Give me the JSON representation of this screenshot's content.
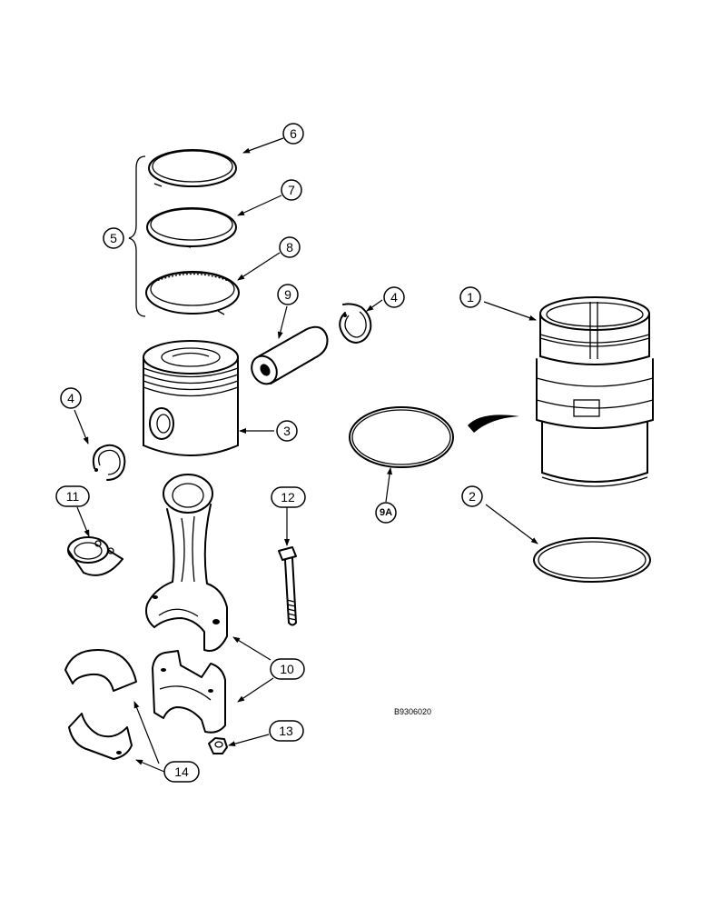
{
  "callouts": [
    {
      "id": "c1",
      "label": "1"
    },
    {
      "id": "c2",
      "label": "2"
    },
    {
      "id": "c3",
      "label": "3"
    },
    {
      "id": "c4a",
      "label": "4"
    },
    {
      "id": "c4b",
      "label": "4"
    },
    {
      "id": "c5",
      "label": "5"
    },
    {
      "id": "c6",
      "label": "6"
    },
    {
      "id": "c7",
      "label": "7"
    },
    {
      "id": "c8",
      "label": "8"
    },
    {
      "id": "c9",
      "label": "9"
    },
    {
      "id": "c9a",
      "label": "9A"
    },
    {
      "id": "c10",
      "label": "10"
    },
    {
      "id": "c11",
      "label": "11"
    },
    {
      "id": "c12",
      "label": "12"
    },
    {
      "id": "c13",
      "label": "13"
    },
    {
      "id": "c14",
      "label": "14"
    }
  ],
  "reference_code": "B9306020"
}
